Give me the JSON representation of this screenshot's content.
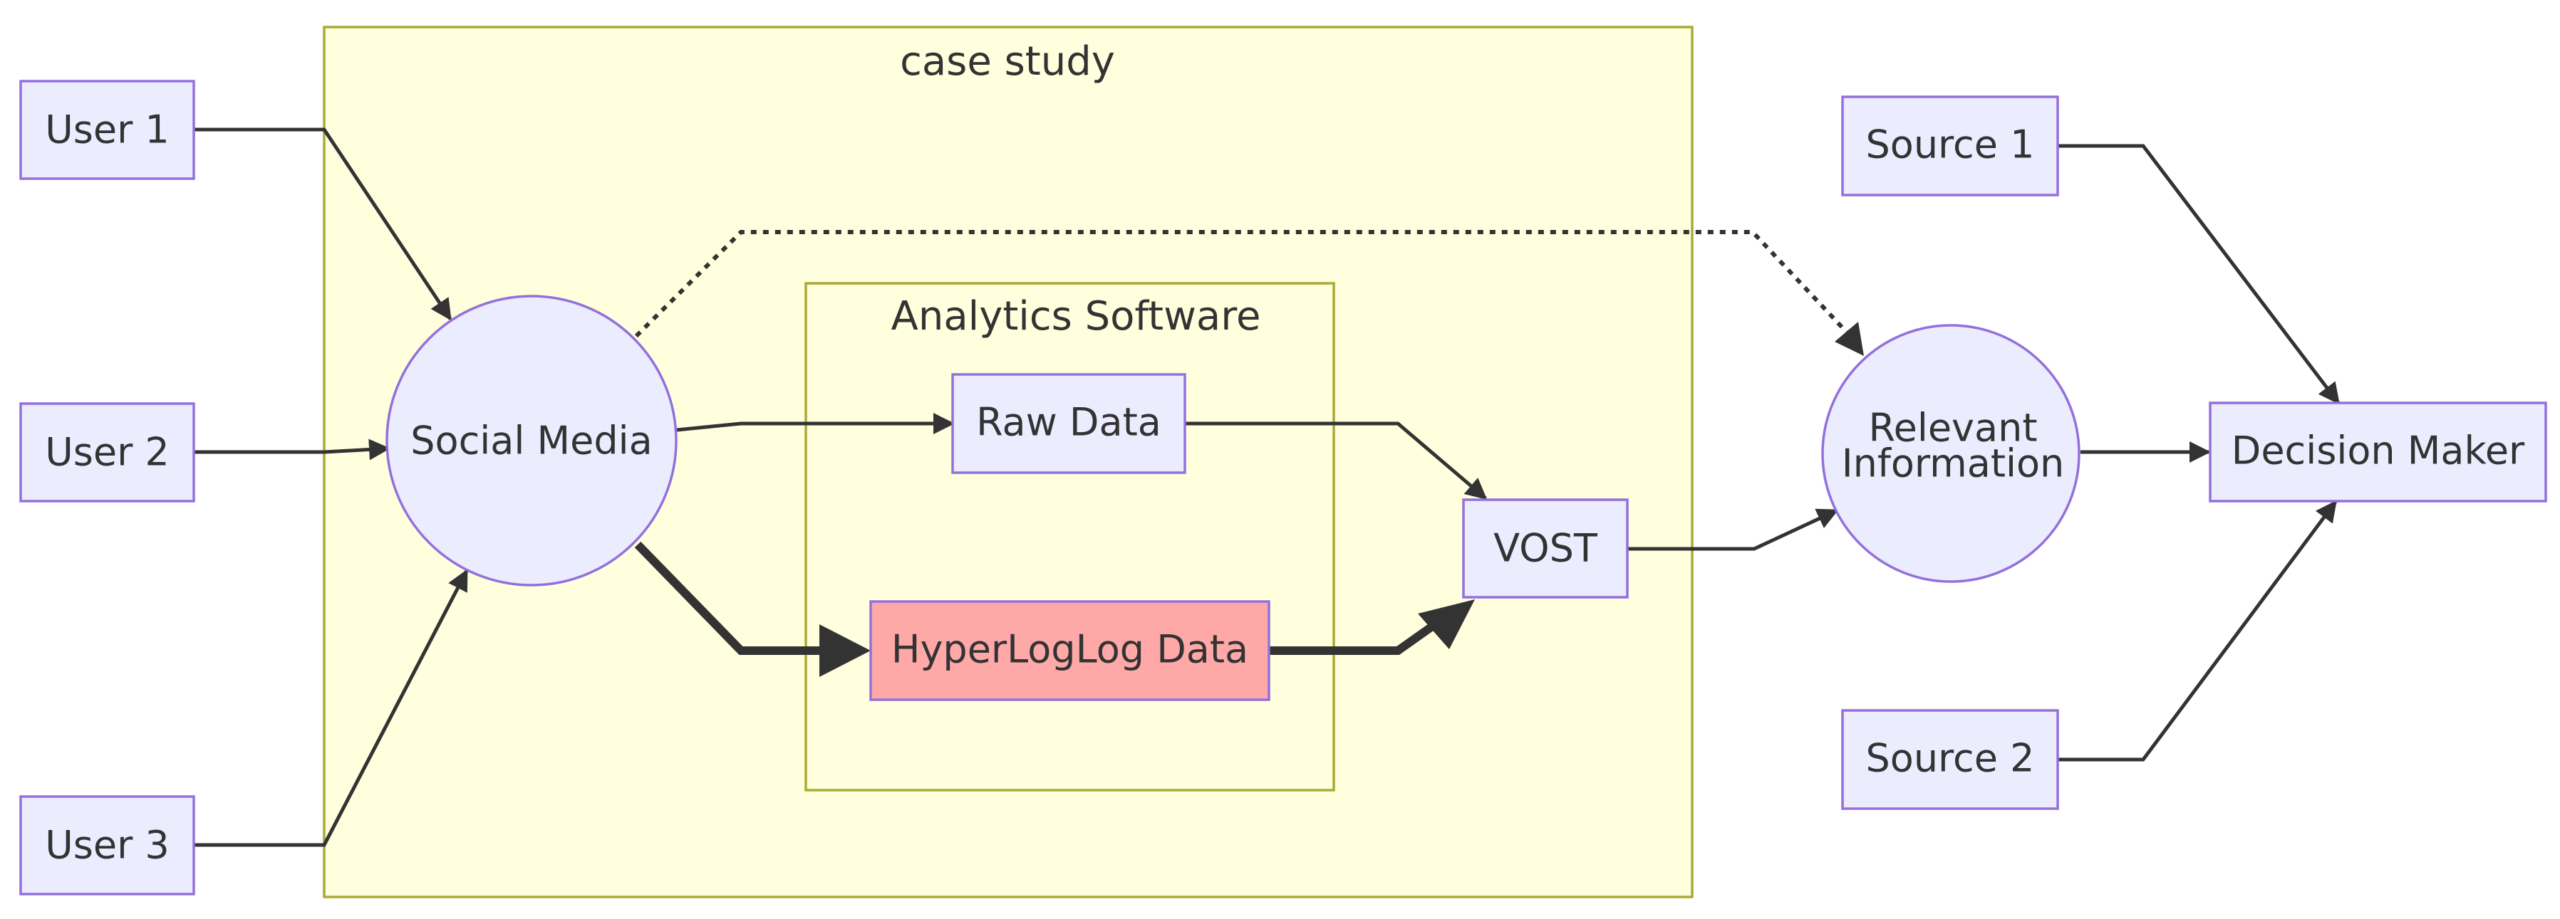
{
  "clusters": {
    "case_study": "case study",
    "analytics_software": "Analytics Software"
  },
  "nodes": {
    "user1": "User 1",
    "user2": "User 2",
    "user3": "User 3",
    "social_media": "Social Media",
    "raw_data": "Raw Data",
    "hyperloglog_data": "HyperLogLog Data",
    "vost": "VOST",
    "relevant_information_line1": "Relevant",
    "relevant_information_line2": "Information",
    "source1": "Source 1",
    "source2": "Source 2",
    "decision_maker": "Decision Maker"
  },
  "colors": {
    "cluster_fill": "#ffffde",
    "cluster_stroke": "#aaaa33",
    "node_fill": "#ececff",
    "node_stroke": "#9370db",
    "highlight_fill": "#ffa8a8",
    "edge": "#333333"
  }
}
